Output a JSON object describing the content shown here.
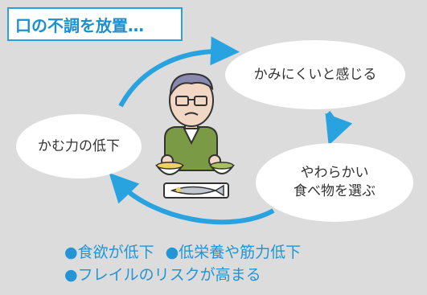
{
  "title": "口の不調を放置…",
  "cycle": {
    "top": "かみにくいと感じる",
    "right_line1": "やわらかい",
    "right_line2": "食べ物を選ぶ",
    "left": "かむ力の低下"
  },
  "outcomes": {
    "item1": "●食欲が低下",
    "item2": "●低栄養や筋力低下",
    "item3": "●フレイルのリスクが高まる"
  },
  "colors": {
    "accent": "#1c8fd0",
    "arrow": "#29a3e0",
    "background": "#dcdcdc"
  }
}
